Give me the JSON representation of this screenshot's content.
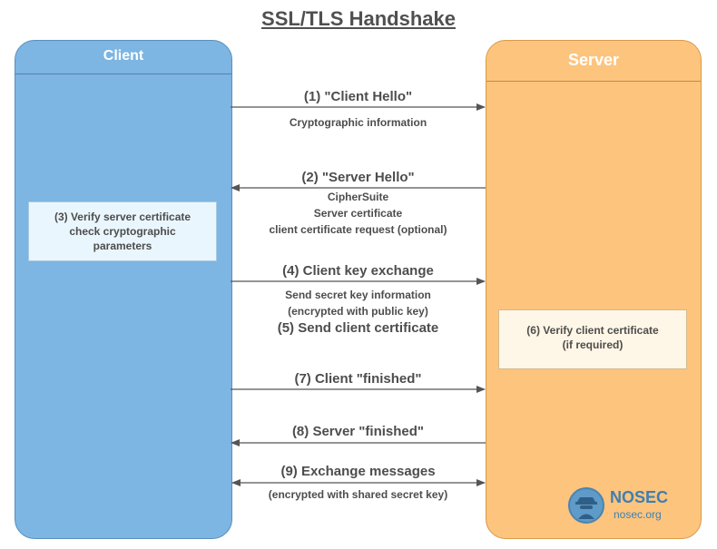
{
  "title": "SSL/TLS Handshake",
  "client": {
    "label": "Client"
  },
  "server": {
    "label": "Server"
  },
  "steps": {
    "s1": {
      "title": "(1) \"Client Hello\"",
      "lines": [
        "Cryptographic information"
      ]
    },
    "s2": {
      "title": "(2) \"Server Hello\"",
      "lines": [
        "CipherSuite",
        "Server certificate",
        "client certificate request (optional)"
      ]
    },
    "s3": {
      "lines": [
        "(3) Verify server certificate",
        "check cryptographic",
        "parameters"
      ]
    },
    "s4": {
      "title": "(4) Client key exchange",
      "lines": [
        "Send secret key information",
        "(encrypted with public key)"
      ]
    },
    "s5": {
      "title": "(5) Send client certificate"
    },
    "s6": {
      "lines": [
        "(6) Verify client certificate",
        "(if required)"
      ]
    },
    "s7": {
      "title": "(7) Client \"finished\""
    },
    "s8": {
      "title": "(8) Server \"finished\""
    },
    "s9": {
      "title": "(9) Exchange messages",
      "lines": [
        "(encrypted with shared secret key)"
      ]
    }
  },
  "logo": {
    "name": "NOSEC",
    "site": "nosec.org",
    "icon": "hacker-icon"
  }
}
